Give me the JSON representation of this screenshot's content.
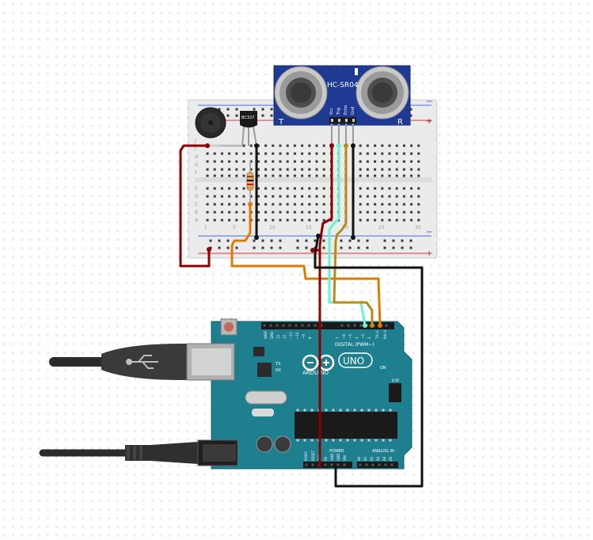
{
  "sensor": {
    "model": "HC-SR04",
    "pin_labels": [
      "Vcc",
      "Trig",
      "Echo",
      "Gnd"
    ],
    "corner_left": "T",
    "corner_right": "R"
  },
  "transistor": {
    "label": "BC337"
  },
  "breadboard": {
    "row_letters_top": [
      "J",
      "I",
      "H",
      "G",
      "F"
    ],
    "row_letters_bottom": [
      "E",
      "D",
      "C",
      "B",
      "A"
    ],
    "column_numbers": [
      "1",
      "5",
      "10",
      "15",
      "20",
      "25",
      "30"
    ],
    "rail_plus": "+",
    "rail_minus": "−"
  },
  "arduino": {
    "brand": "ARDUINO",
    "model": "UNO",
    "digital_label": "DIGITAL (PWM~)",
    "power_label": "POWER",
    "analog_label": "ANALOG IN",
    "aref": "AREF",
    "gnd": "GND",
    "on_label": "ON",
    "tx_label": "TX",
    "rx_label": "RX",
    "icsp_label": "ICSP",
    "power_pins": [
      "IOREF",
      "RESET",
      "3V3",
      "5V",
      "GND",
      "GND",
      "VIN"
    ],
    "analog_pins": [
      "A0",
      "A1",
      "A2",
      "A3",
      "A4",
      "A5"
    ],
    "digital_pins": [
      "13",
      "12",
      "~11",
      "~10",
      "~9",
      "8",
      "7",
      "~6",
      "~5",
      "4",
      "~3",
      "2",
      "TX→1",
      "RX←0"
    ]
  },
  "colors": {
    "board_teal": "#1e7f8f",
    "breadboard": "#ebebeb",
    "sensor_blue": "#1f3a93",
    "wire_red": "#8b0000",
    "wire_black": "#111111",
    "wire_orange": "#e07a00",
    "wire_cyan": "#66f5cf",
    "wire_olive": "#b78a1c"
  }
}
